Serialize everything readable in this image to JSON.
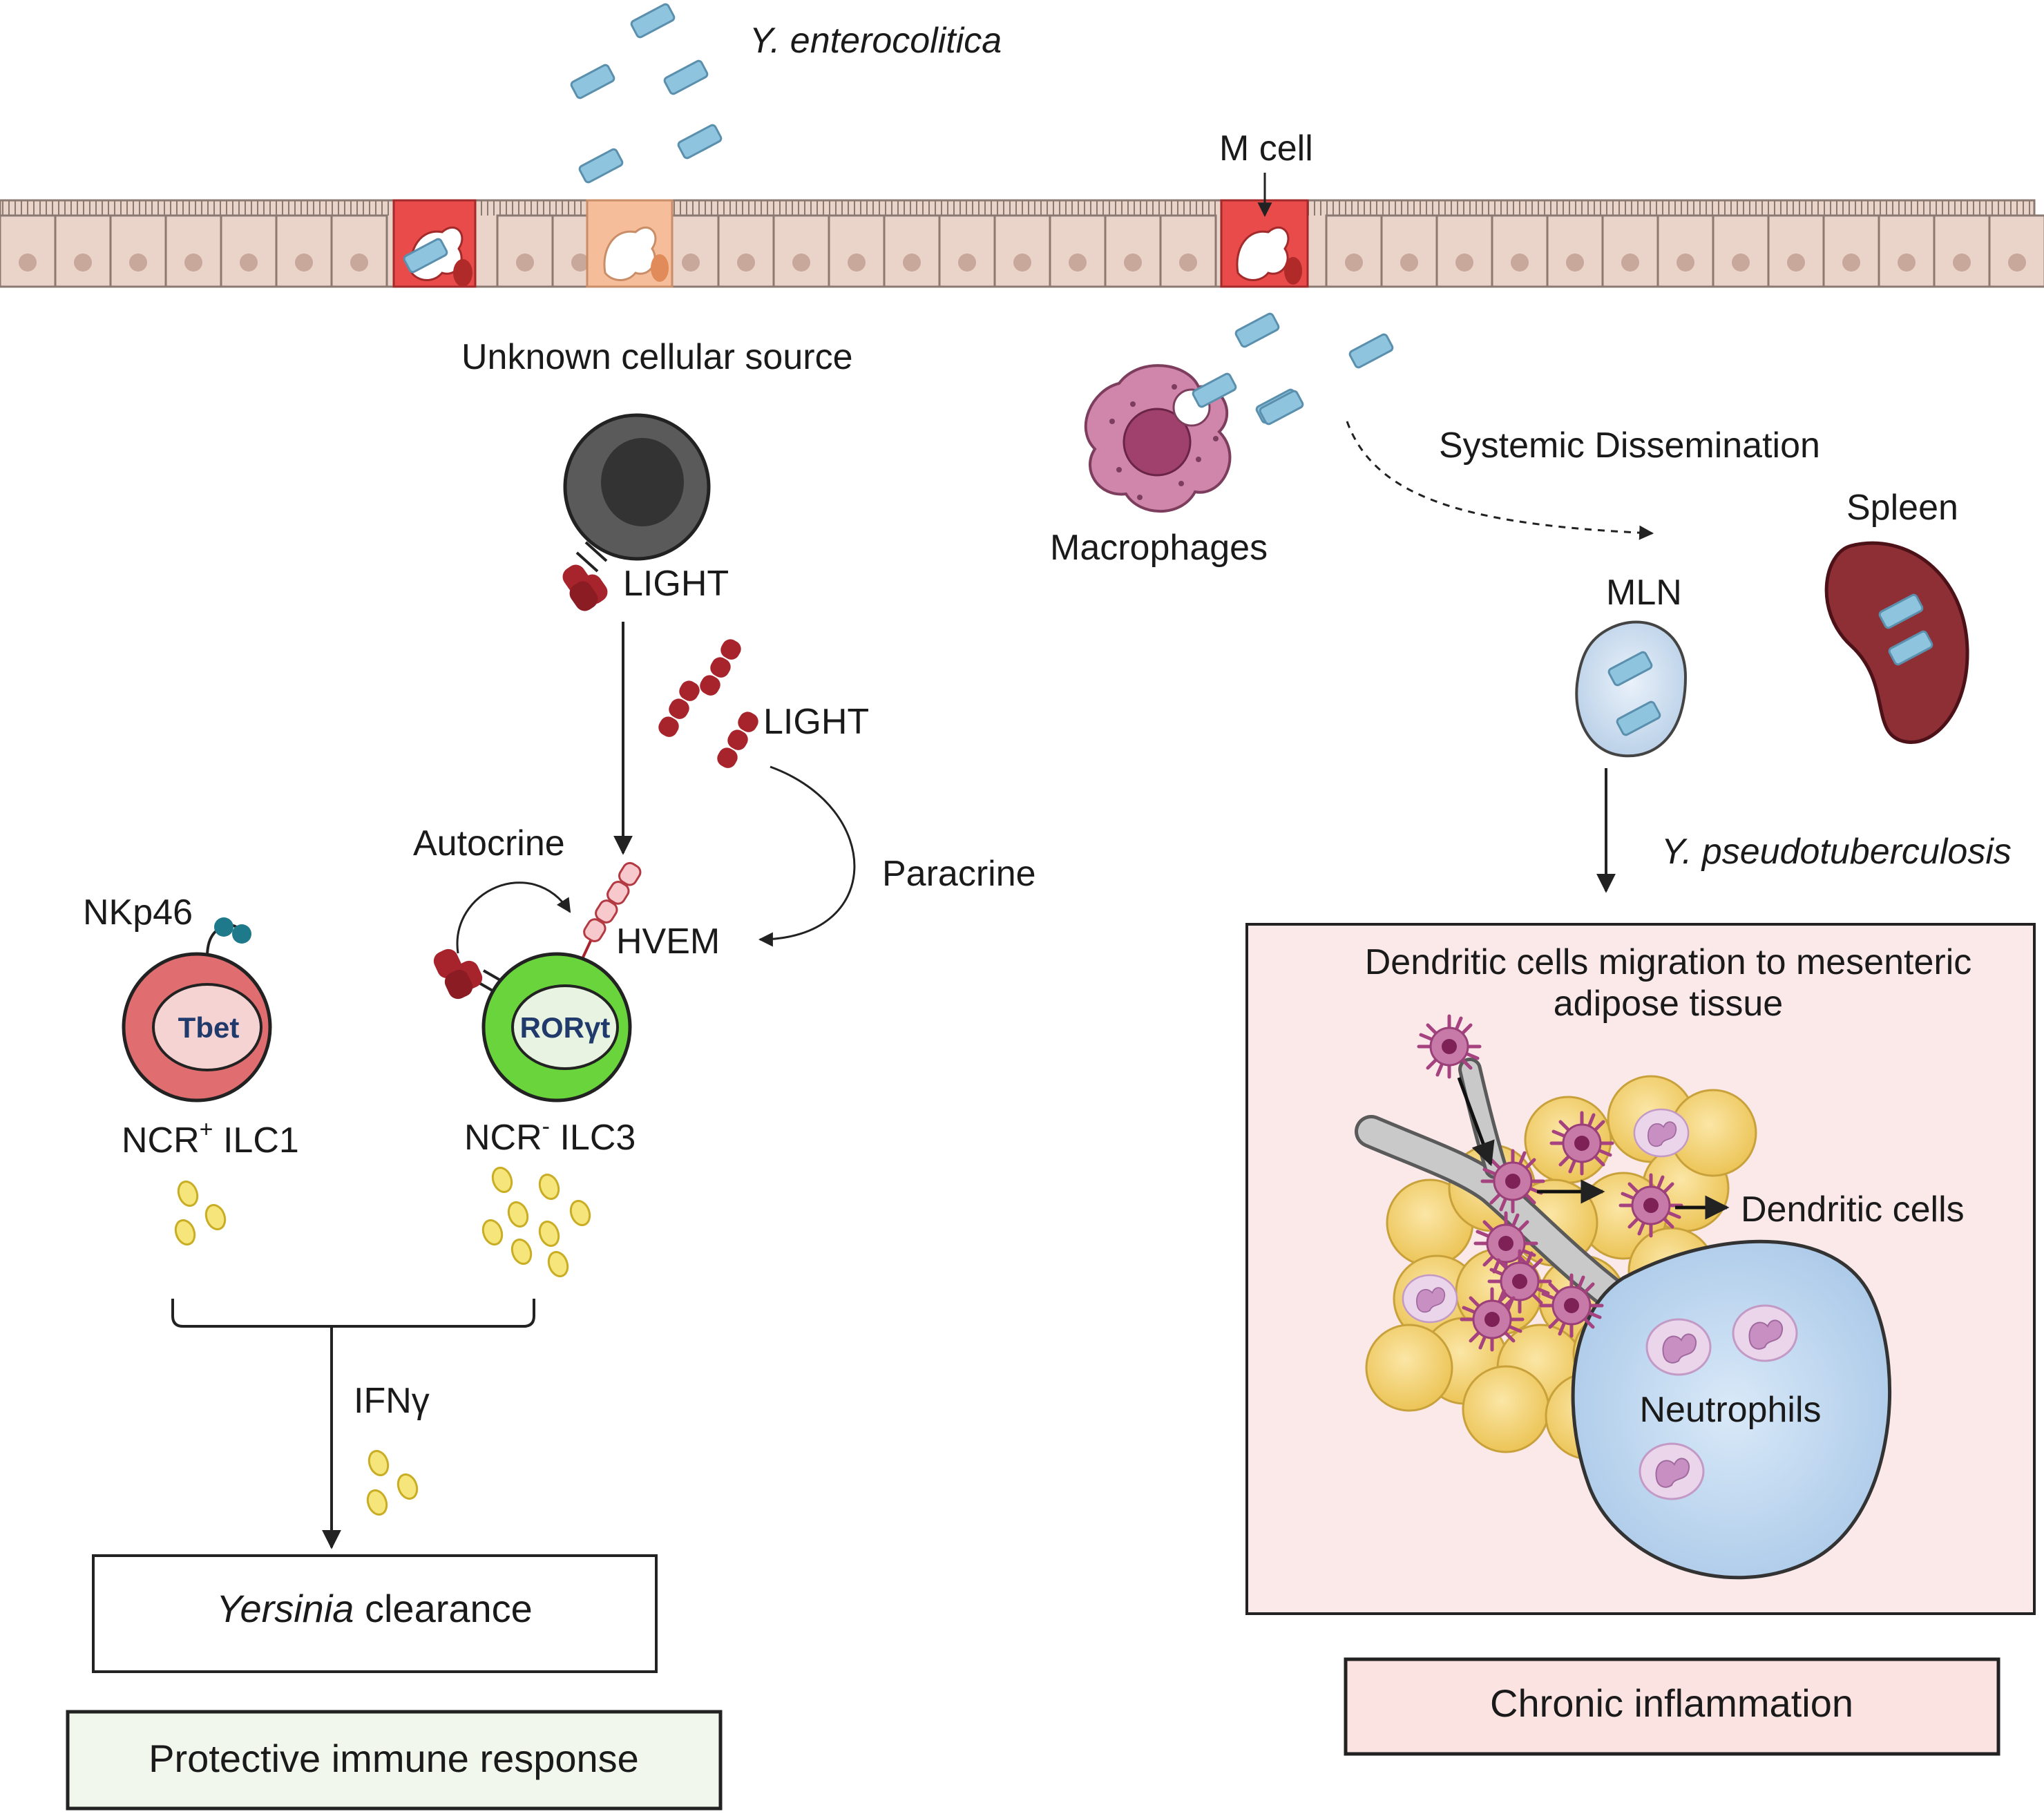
{
  "labels": {
    "y_enterocolitica": "Y. enterocolitica",
    "m_cell": "M cell",
    "unknown_source": "Unknown cellular source",
    "light_membrane": "LIGHT",
    "light_soluble": "LIGHT",
    "autocrine": "Autocrine",
    "paracrine": "Paracrine",
    "hvem": "HVEM",
    "nkp46": "NKp46",
    "tbet": "Tbet",
    "roryt": "RORγt",
    "ilc1_prefix": "NCR",
    "ilc1_sup": "+",
    "ilc1_suffix": " ILC1",
    "ilc3_prefix": "NCR",
    "ilc3_sup": "-",
    "ilc3_suffix": " ILC3",
    "ifn": "IFNγ",
    "macrophages": "Macrophages",
    "systemic": "Systemic Dissemination",
    "spleen": "Spleen",
    "mln": "MLN",
    "y_pseudo": "Y. pseudotuberculosis",
    "dc_migration_line1": "Dendritic cells migration to mesenteric",
    "dc_migration_line2": "adipose tissue",
    "dendritic_cells": "Dendritic cells",
    "neutrophils": "Neutrophils"
  },
  "boxes": {
    "clearance_italic": "Yersinia",
    "clearance_rest": " clearance",
    "protective": "Protective immune response",
    "chronic": "Chronic inflammation"
  },
  "colors": {
    "epithelium": "#ead3c9",
    "m_cell": "#e94b4b",
    "m_cell_alt": "#f5bd9a",
    "bacteria": "#8ec4de",
    "light": "#a8242c",
    "ilc1": "#dd6b6b",
    "ilc3": "#66d13a",
    "ifn_granule": "#f2de6a",
    "macrophage": "#c97aa0",
    "spleen": "#8e2f36",
    "mln": "#cfe0f1",
    "adipose": "#f5d268",
    "dendritic": "#b85a92",
    "chronic_panel": "#fbe9ea",
    "protective_box": "#f1f7ec"
  }
}
